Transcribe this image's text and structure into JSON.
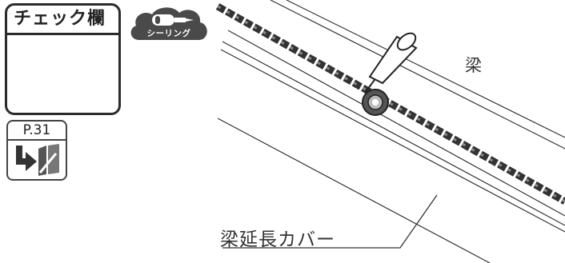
{
  "checkbox_panel": {
    "title": "チェック欄"
  },
  "page_reference": {
    "label": "P.31",
    "icon": "page-jump-icon"
  },
  "sealing_badge": {
    "label": "シーリング",
    "icon": "caulking-gun-icon",
    "color": "#4a4a4a"
  },
  "illustration": {
    "beam_label": "梁",
    "cover_label": "梁延長カバー"
  }
}
